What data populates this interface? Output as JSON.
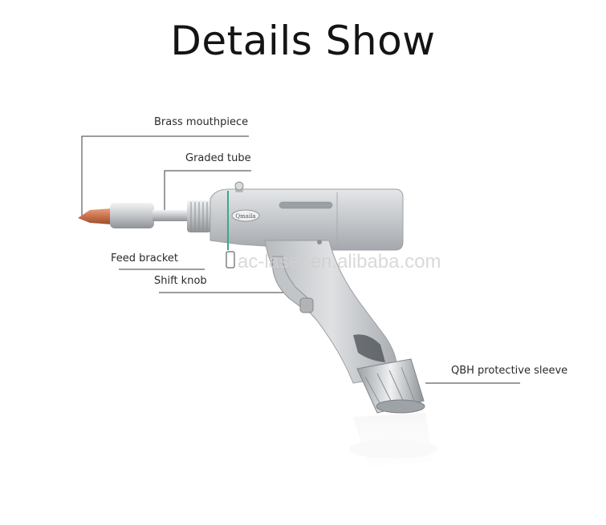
{
  "title": "Details Show",
  "labels": {
    "brass_mouthpiece": "Brass mouthpiece",
    "graded_tube": "Graded tube",
    "feed_bracket": "Feed bracket",
    "shift_knob": "Shift knob",
    "qbh_sleeve": "QBH protective sleeve"
  },
  "watermark": "ac-laser.en.alibaba.com",
  "colors": {
    "brass": "#c8714b",
    "metal": "#c9cbcd",
    "accent_line": "#3aa88a"
  }
}
